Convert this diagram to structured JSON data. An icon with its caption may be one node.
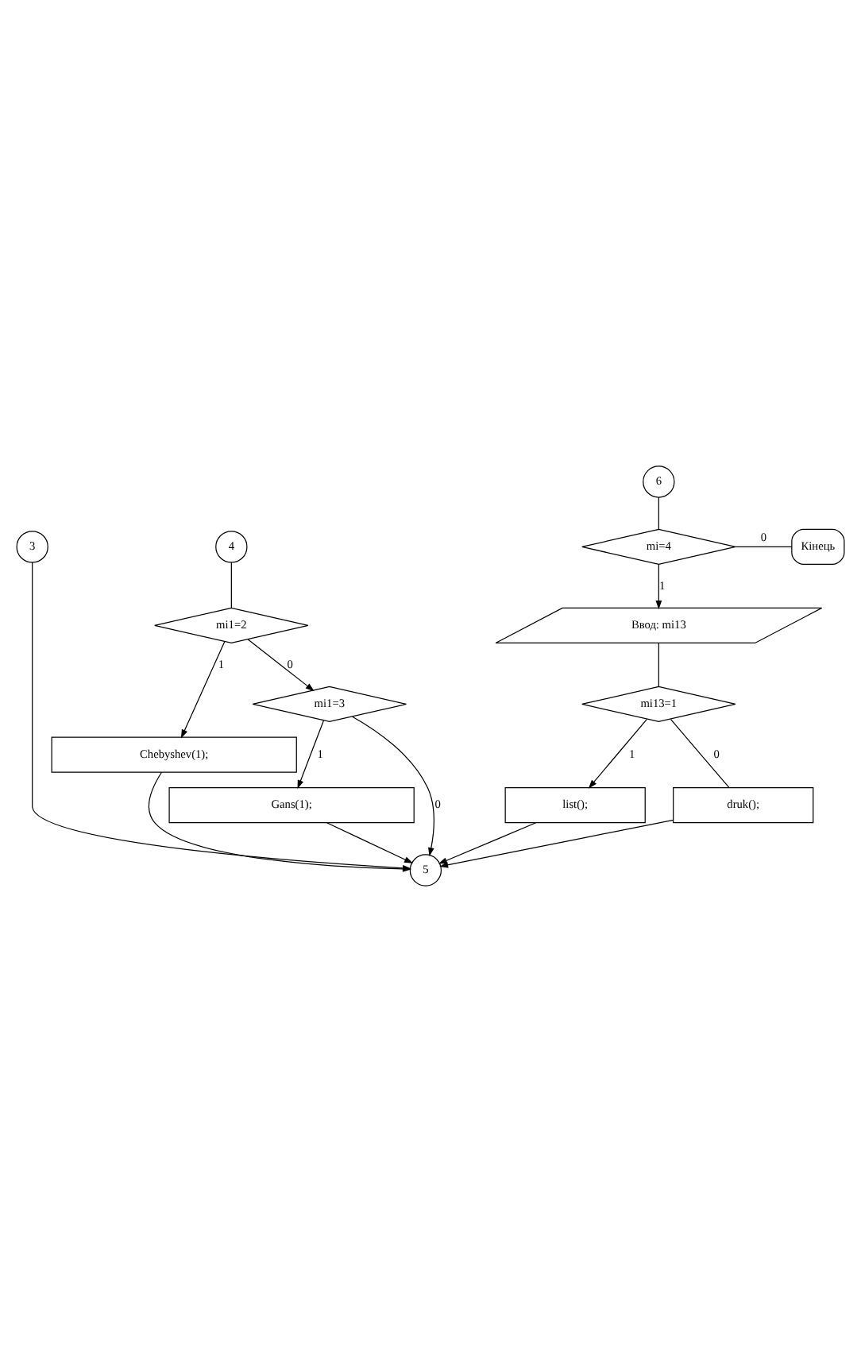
{
  "diagram": {
    "nodes": [
      {
        "text": [
          "3"
        ]
      },
      {
        "text": [
          "4"
        ]
      },
      {
        "text": [
          "mi1=2"
        ]
      },
      {
        "text": [
          "Chebyshev(1);"
        ]
      },
      {
        "text": [
          "mi1=3"
        ]
      },
      {
        "text": [
          "Gans(1);"
        ]
      },
      {
        "text": [
          "6"
        ]
      },
      {
        "text": [
          "mi=4"
        ]
      },
      {
        "text": [
          "Кінець"
        ]
      },
      {
        "text": [
          "Ввод: mi13"
        ]
      },
      {
        "text": [
          "mi13=1"
        ]
      },
      {
        "text": [
          "list();"
        ]
      },
      {
        "text": [
          "druk();"
        ]
      },
      {
        "text": [
          "5"
        ]
      }
    ],
    "edges": [
      {
        "from": 1,
        "to": 2,
        "arrow": "none"
      },
      {
        "from": 2,
        "to": 3,
        "arrow": "to",
        "label": "1"
      },
      {
        "from": 2,
        "to": 4,
        "arrow": "to",
        "label": "0"
      },
      {
        "from": 4,
        "to": 5,
        "arrow": "to",
        "label": "1"
      },
      {
        "from": 0,
        "to": 13,
        "arrow": "to"
      },
      {
        "from": 3,
        "to": 13,
        "arrow": "to"
      },
      {
        "from": 5,
        "to": 13,
        "arrow": "to"
      },
      {
        "from": 4,
        "to": 13,
        "arrow": "to",
        "label": "0"
      },
      {
        "from": 6,
        "to": 7,
        "arrow": "none"
      },
      {
        "from": 7,
        "to": 9,
        "arrow": "to",
        "label": "1"
      },
      {
        "from": 7,
        "to": 8,
        "arrow": "none",
        "label": "0"
      },
      {
        "from": 9,
        "to": 10,
        "arrow": "none"
      },
      {
        "from": 10,
        "to": 11,
        "arrow": "to",
        "label": "1"
      },
      {
        "from": 10,
        "to": 12,
        "arrow": "none",
        "label": "0"
      },
      {
        "from": 11,
        "to": 13,
        "arrow": "to"
      },
      {
        "from": 12,
        "to": 13,
        "arrow": "to"
      }
    ]
  }
}
